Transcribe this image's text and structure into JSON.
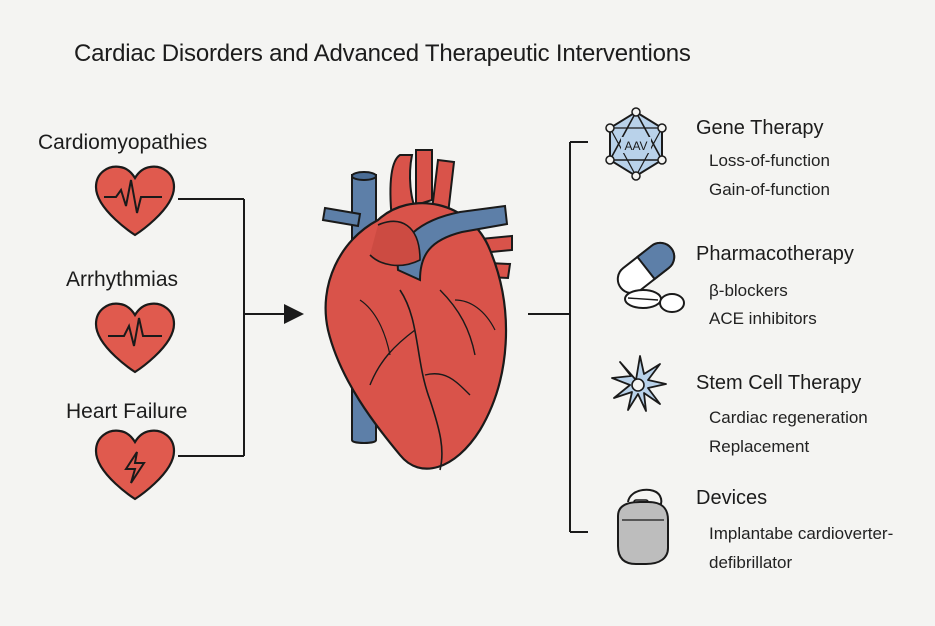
{
  "title": "Cardiac Disorders and Advanced Therapeutic Interventions",
  "disorders": [
    {
      "label": "Cardiomyopathies",
      "icon": "heart-ecg-icon"
    },
    {
      "label": "Arrhythmias",
      "icon": "heart-arrhythmia-icon"
    },
    {
      "label": "Heart Failure",
      "icon": "heart-lightning-icon"
    }
  ],
  "center_icon": "anatomical-heart-icon",
  "therapies": [
    {
      "title": "Gene Therapy",
      "icon": "aav-capsid-icon",
      "icon_text": "AAV",
      "items": [
        "Loss-of-function",
        "Gain-of-function"
      ]
    },
    {
      "title": "Pharmacotherapy",
      "icon": "pill-icon",
      "items": [
        "β-blockers",
        "ACE inhibitors"
      ]
    },
    {
      "title": "Stem Cell Therapy",
      "icon": "stem-cell-icon",
      "items": [
        "Cardiac regeneration",
        "Replacement"
      ]
    },
    {
      "title": "Devices",
      "icon": "pacemaker-icon",
      "items": [
        "Implantabe cardioverter-",
        "defibrillator"
      ]
    }
  ],
  "colors": {
    "heart_red": "#d9534a",
    "vessel_blue": "#5d7fa8",
    "line": "#1a1a1a",
    "background": "#f4f4f2"
  }
}
